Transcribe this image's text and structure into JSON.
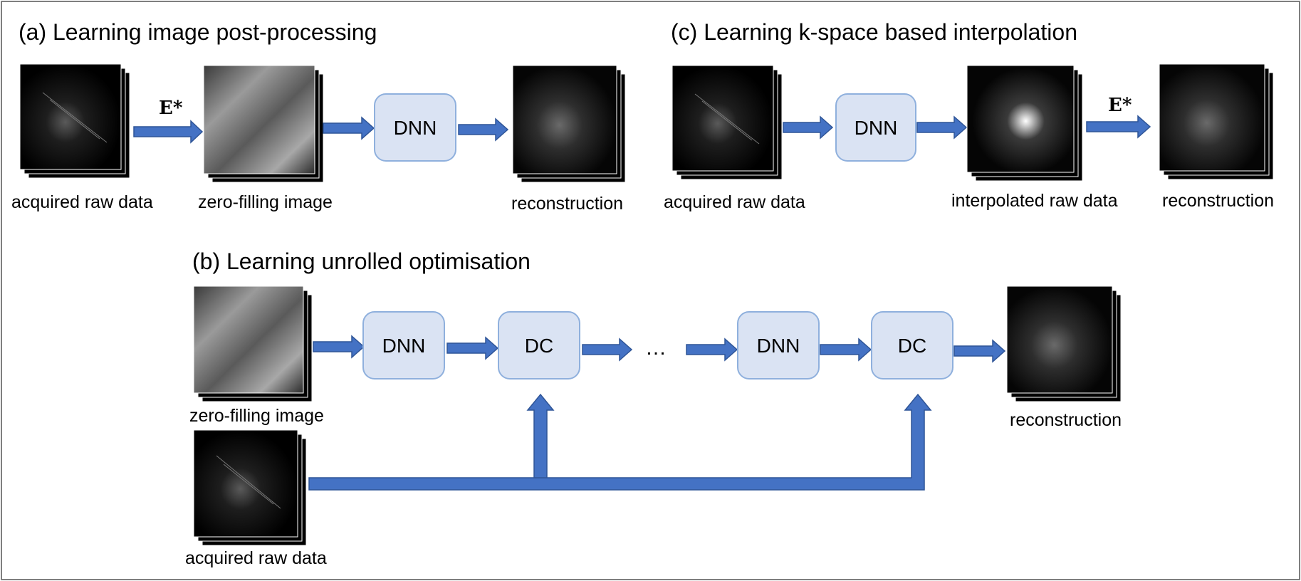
{
  "panels": {
    "a": {
      "title": "(a) Learning image post-processing",
      "captions": [
        "acquired raw data",
        "zero-filling image",
        "reconstruction"
      ],
      "operator": "E*",
      "box": "DNN"
    },
    "b": {
      "title": "(b) Learning unrolled optimisation",
      "captions": [
        "zero-filling image",
        "acquired raw data",
        "reconstruction"
      ],
      "boxes": [
        "DNN",
        "DC",
        "DNN",
        "DC"
      ],
      "ellipsis": "…"
    },
    "c": {
      "title": "(c) Learning k-space based interpolation",
      "captions": [
        "acquired raw data",
        "interpolated raw data",
        "reconstruction"
      ],
      "operator": "E*",
      "box": "DNN"
    }
  },
  "colors": {
    "arrow": "#4472c4",
    "box_fill": "#dae3f3",
    "box_stroke": "#8fb0dd",
    "frame": "#7f7f7f"
  }
}
